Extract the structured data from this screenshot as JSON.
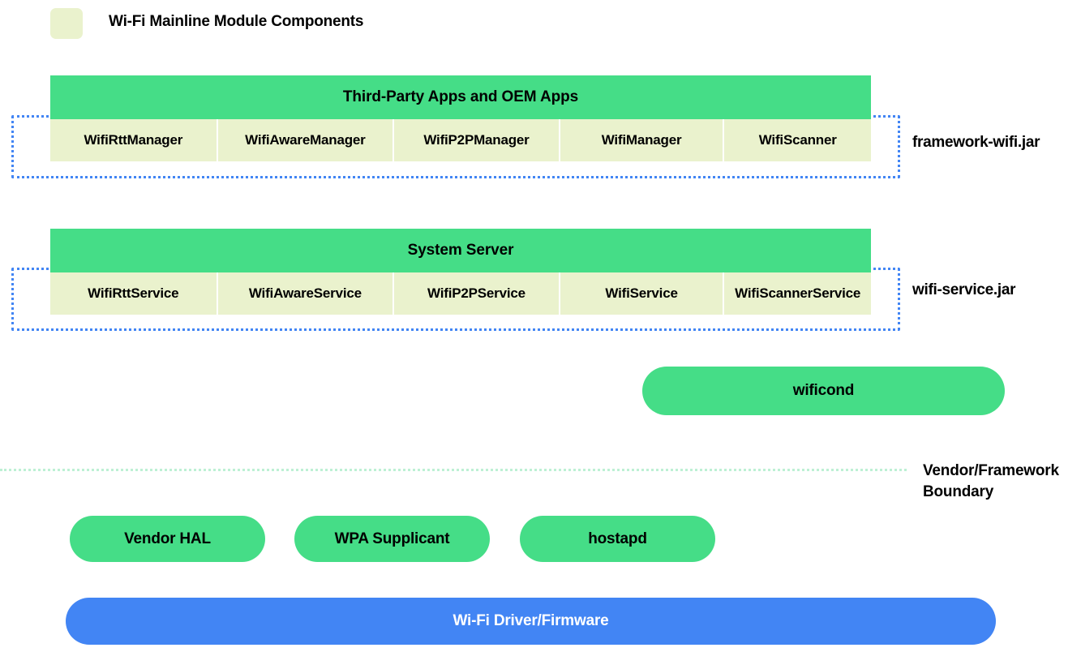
{
  "legend": {
    "swatch_color": "#eaf2cd",
    "label": "Wi-Fi Mainline Module Components"
  },
  "colors": {
    "mainline_module": "#eaf2cd",
    "framework_green": "#45dd87",
    "driver_blue": "#4285f4",
    "jar_boundary_dotted": "#4285f4",
    "vendor_boundary_dotted": "#bdf0d4",
    "background": "#ffffff"
  },
  "framework_layer": {
    "header": "Third-Party Apps and OEM Apps",
    "jar_label": "framework-wifi.jar",
    "components": [
      "WifiRttManager",
      "WifiAwareManager",
      "WifiP2PManager",
      "WifiManager",
      "WifiScanner"
    ]
  },
  "service_layer": {
    "header": "System Server",
    "jar_label": "wifi-service.jar",
    "components": [
      "WifiRttService",
      "WifiAwareService",
      "WifiP2PService",
      "WifiService",
      "WifiScannerService"
    ]
  },
  "daemon_layer": {
    "wificond": "wificond"
  },
  "boundary": {
    "label_line1": "Vendor/Framework",
    "label_line2": "Boundary"
  },
  "vendor_layer": {
    "components": [
      "Vendor HAL",
      "WPA Supplicant",
      "hostapd"
    ]
  },
  "driver_layer": {
    "label": "Wi-Fi Driver/Firmware"
  }
}
